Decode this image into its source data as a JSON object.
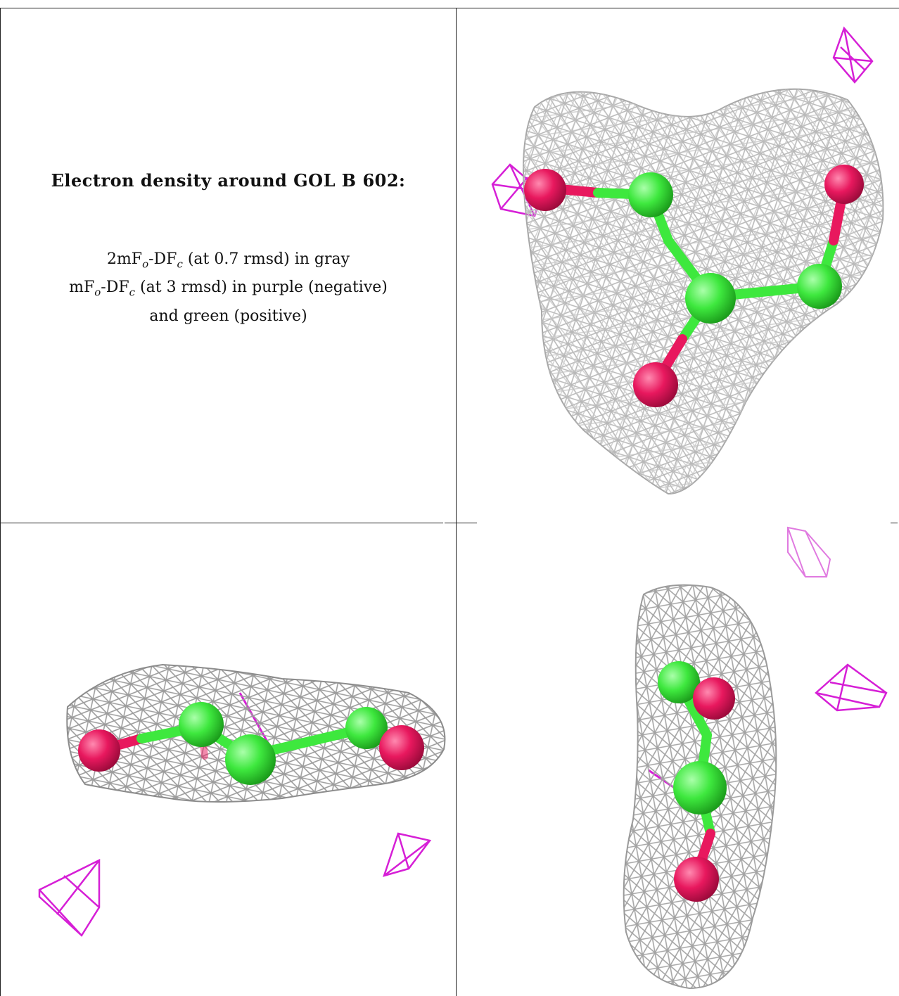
{
  "title": "Electron density around GOL B 602:",
  "lines": [
    {
      "base": "2mF",
      "sub1": "o",
      "mid": "-DF",
      "sub2": "c",
      "rest": " (at 0.7 rmsd) in gray"
    },
    {
      "base": "mF",
      "sub1": "o",
      "mid": "-DF",
      "sub2": "c",
      "rest": " (at 3 rmsd) in purple (negative)"
    },
    {
      "plain": "and green (positive)"
    }
  ],
  "colors": {
    "mesh_gray": "#b8b8b8",
    "negative_purple": "#d61fd6",
    "carbon_green": "#3ee83e",
    "oxygen_pink": "#e8185e"
  },
  "views": [
    "view-top-right",
    "view-bottom-left",
    "view-bottom-right"
  ]
}
